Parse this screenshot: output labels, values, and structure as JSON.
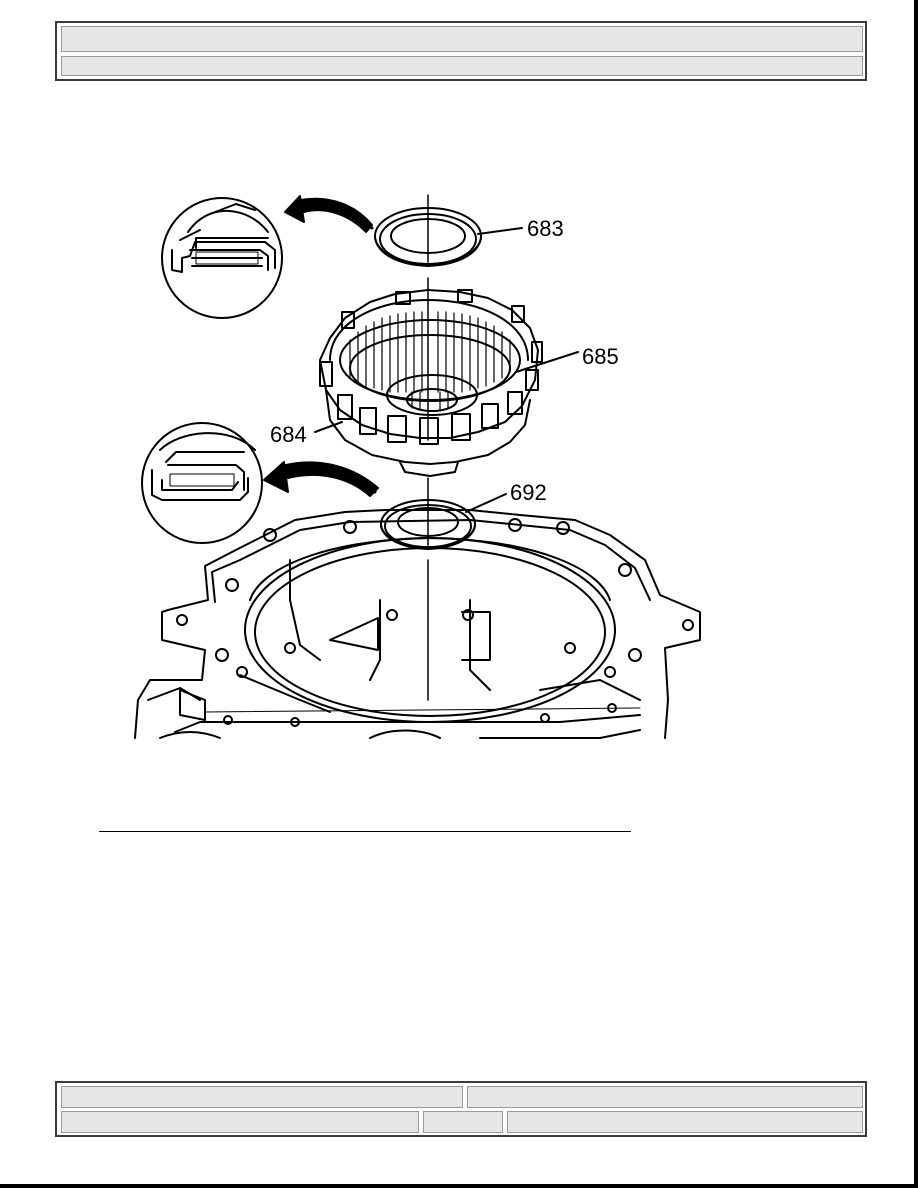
{
  "header": {
    "title": "",
    "subtitle": ""
  },
  "figure": {
    "callouts": [
      {
        "id": "683",
        "label": "683"
      },
      {
        "id": "685",
        "label": "685"
      },
      {
        "id": "684",
        "label": "684"
      },
      {
        "id": "692",
        "label": "692"
      }
    ]
  },
  "footer": {
    "left_top": "",
    "right_top": "",
    "left_bottom": "",
    "mid_bottom": "",
    "right_bottom": ""
  }
}
